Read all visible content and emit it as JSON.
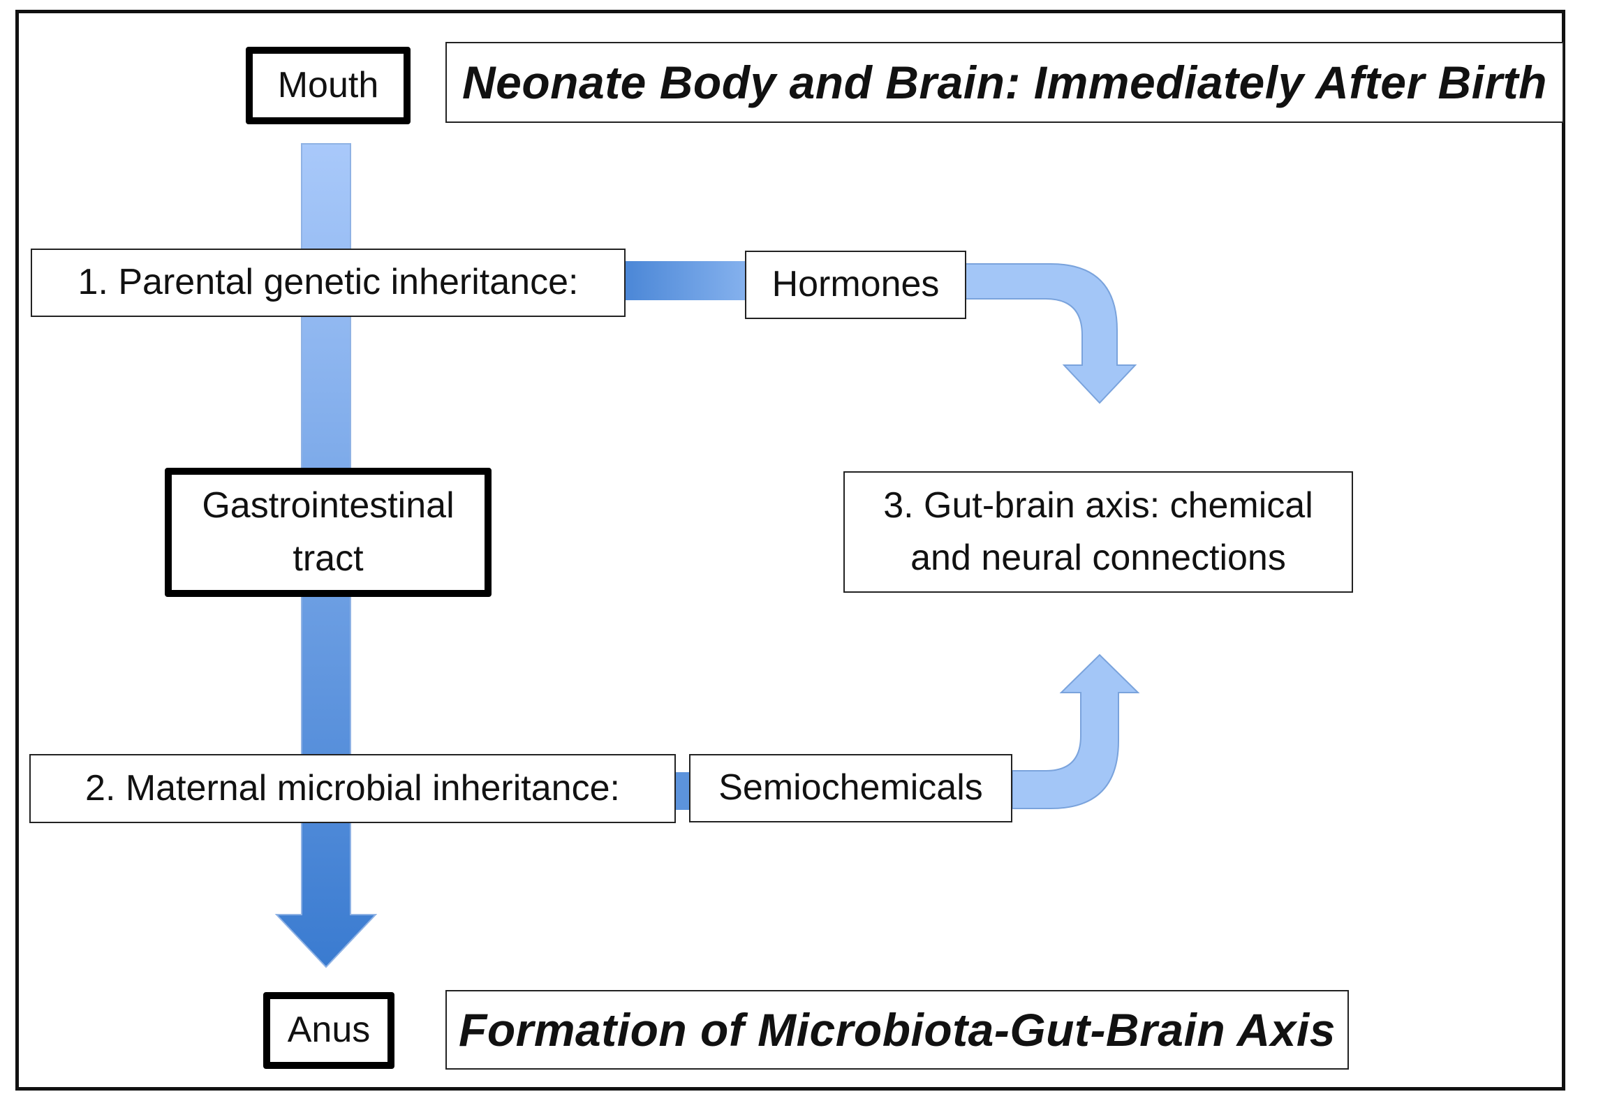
{
  "diagram": {
    "title_top": "Neonate Body and Brain: Immediately After Birth",
    "title_bottom": "Formation of Microbiota-Gut-Brain Axis",
    "mouth": "Mouth",
    "gi_tract": "Gastrointestinal tract",
    "anus": "Anus",
    "parental": "1. Parental genetic inheritance:",
    "hormones": "Hormones",
    "maternal": "2. Maternal microbial inheritance:",
    "semiochemicals": "Semiochemicals",
    "gut_brain": "3. Gut-brain axis: chemical and neural connections"
  },
  "colors": {
    "arrow_light": "#a8c8f8",
    "arrow_dark": "#3f7fd0",
    "arrow_edge": "#7aa3dc",
    "border": "#000000"
  }
}
